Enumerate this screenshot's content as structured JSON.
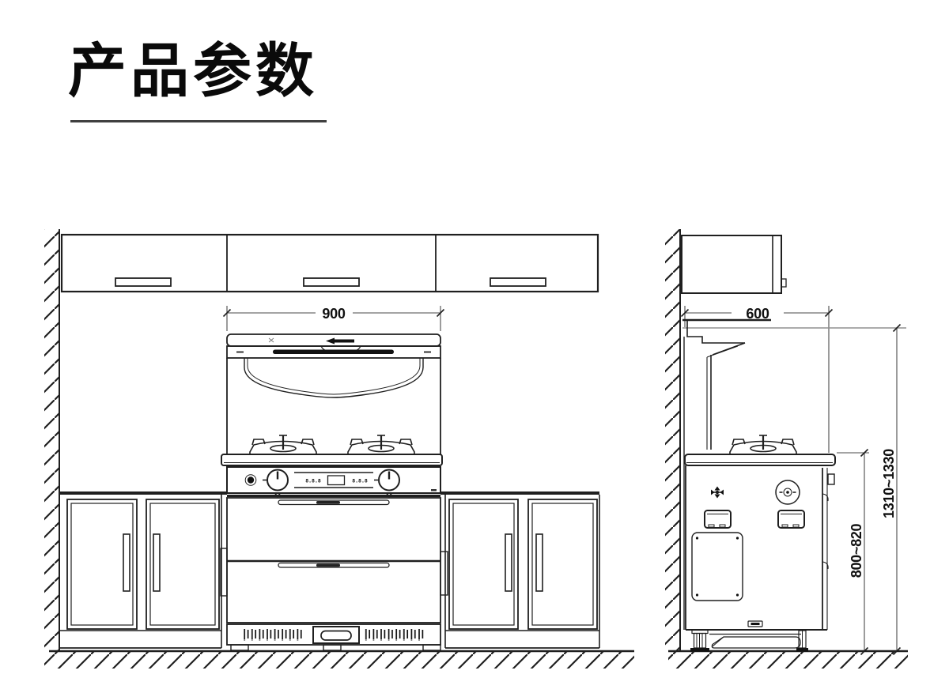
{
  "title": {
    "text": "产品参数"
  },
  "drawing": {
    "front_view": {
      "width_dimension": "900",
      "control_panel": {
        "left_display": "8.8.8",
        "right_display": "8.8.8"
      }
    },
    "side_view": {
      "depth_dimension": "600",
      "total_height_dimension": "1310~1330",
      "counter_height_dimension": "800~820"
    }
  },
  "colors": {
    "line": "#1f1f1f",
    "dim_line": "#4a4a4a",
    "gray_line": "#8f8f8f",
    "fill_dark": "#111111",
    "background": "#ffffff",
    "title": "#0a0a0a"
  }
}
